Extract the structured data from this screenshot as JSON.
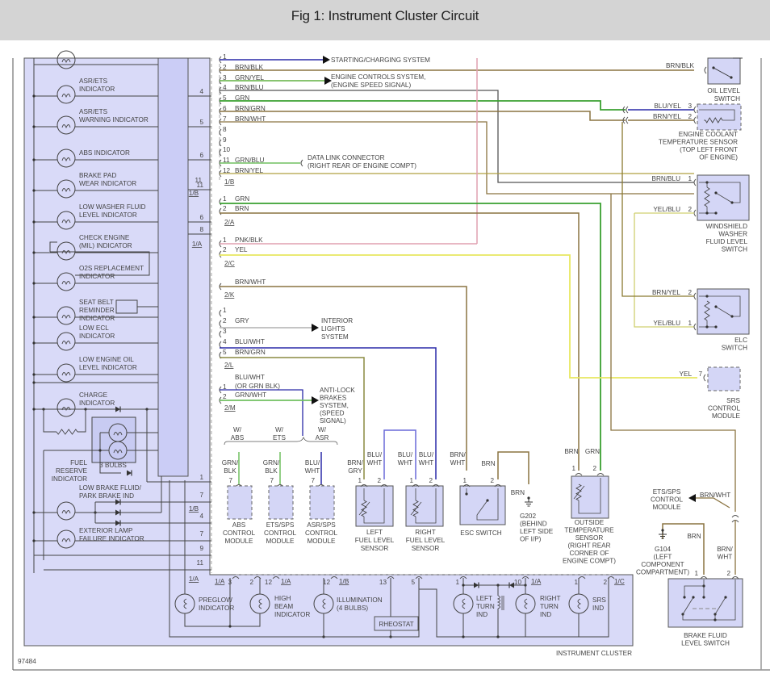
{
  "header": {
    "title": "Fig 1: Instrument Cluster Circuit"
  },
  "figure_id": "97484",
  "cluster_label": "INSTRUMENT CLUSTER",
  "colors": {
    "header_bg": "#d4d4d4",
    "cluster_fill": "#d9daf8",
    "cluster_inner": "#cbcdf6",
    "component_fill": "#d4d6f6",
    "line_dark": "#4a4a5a",
    "wire_brn": "#8a7340",
    "wire_grn": "#3aa030",
    "wire_blu": "#2a2aa8",
    "wire_yel": "#e8e860",
    "wire_pnk": "#e0a0b0",
    "wire_gry": "#a0a0a0",
    "wire_grn_lt": "#70c060"
  },
  "indicators": [
    {
      "label": [
        "ASR/ETS",
        "INDICATOR"
      ],
      "pin": "4"
    },
    {
      "label": [
        "ASR/ETS",
        "WARNING INDICATOR"
      ],
      "pin": "5"
    },
    {
      "label": [
        "ABS INDICATOR"
      ],
      "pin": "6"
    },
    {
      "label": [
        "BRAKE PAD",
        "WEAR INDICATOR"
      ],
      "pin": "11",
      "connector": "1/B"
    },
    {
      "label": [
        "LOW WASHER FLUID",
        "LEVEL INDICATOR"
      ],
      "pin": "6"
    },
    {
      "label": [
        "CHECK ENGINE",
        "(MIL) INDICATOR"
      ],
      "pin": "8",
      "connector": "1/A"
    },
    {
      "label": [
        "O2S REPLACEMENT",
        "INDICATOR"
      ]
    },
    {
      "label": [
        "SEAT BELT",
        "REMINDER",
        "INDICATOR"
      ]
    },
    {
      "label": [
        "LOW ECL",
        "INDICATOR"
      ]
    },
    {
      "label": [
        "LOW ENGINE OIL",
        "LEVEL INDICATOR"
      ]
    },
    {
      "label": [
        "CHARGE",
        "INDICATOR"
      ]
    },
    {
      "label": [
        "FUEL",
        "RESERVE",
        "INDICATOR"
      ]
    },
    {
      "label": [
        "LOW BRAKE FLUID/",
        "PARK BRAKE IND"
      ]
    },
    {
      "label": [
        "EXTERIOR LAMP",
        "FAILURE INDICATOR"
      ]
    }
  ],
  "three_bulbs_label": "3 BULBS",
  "left_bottom_pins": [
    {
      "pin": "1"
    },
    {
      "pin": "7",
      "connector": "1/B"
    },
    {
      "pin": "4"
    },
    {
      "pin": "7"
    },
    {
      "pin": "9"
    },
    {
      "pin": "11",
      "connector": "1/A"
    }
  ],
  "connector_1B": {
    "name": "1/B",
    "pins": [
      {
        "pin": "1",
        "wire": "",
        "note": "STARTING/CHARGING SYSTEM"
      },
      {
        "pin": "2",
        "wire": "BRN/BLK"
      },
      {
        "pin": "3",
        "wire": "GRN/YEL",
        "note": [
          "ENGINE CONTROLS SYSTEM,",
          "(ENGINE SPEED SIGNAL)"
        ]
      },
      {
        "pin": "4",
        "wire": "BRN/BLU"
      },
      {
        "pin": "5",
        "wire": "GRN"
      },
      {
        "pin": "6",
        "wire": "BRN/GRN"
      },
      {
        "pin": "7",
        "wire": "BRN/WHT"
      },
      {
        "pin": "8",
        "wire": ""
      },
      {
        "pin": "9",
        "wire": ""
      },
      {
        "pin": "10",
        "wire": ""
      },
      {
        "pin": "11",
        "wire": "GRN/BLU",
        "note": [
          "DATA LINK CONNECTOR",
          "(RIGHT REAR OF ENGINE COMPT)"
        ]
      },
      {
        "pin": "12",
        "wire": "BRN/YEL"
      }
    ]
  },
  "connector_2A": {
    "name": "2/A",
    "pins": [
      {
        "pin": "1",
        "wire": "GRN"
      },
      {
        "pin": "2",
        "wire": "BRN"
      }
    ]
  },
  "connector_2C": {
    "name": "2/C",
    "pins": [
      {
        "pin": "1",
        "wire": "PNK/BLK"
      },
      {
        "pin": "2",
        "wire": "YEL"
      }
    ]
  },
  "connector_2K": {
    "name": "2/K",
    "pins": [
      {
        "pin": "",
        "wire": "BRN/WHT"
      }
    ]
  },
  "connector_2L": {
    "name": "2/L",
    "pins": [
      {
        "pin": "1",
        "wire": ""
      },
      {
        "pin": "2",
        "wire": "GRY"
      },
      {
        "pin": "3",
        "wire": ""
      },
      {
        "pin": "4",
        "wire": "BLU/WHT"
      },
      {
        "pin": "5",
        "wire": "BRN/GRN"
      }
    ],
    "note": [
      "INTERIOR",
      "LIGHTS",
      "SYSTEM"
    ]
  },
  "connector_2M": {
    "name": "2/M",
    "pins": [
      {
        "pin": "1",
        "wire": "BLU/WHT",
        "wire2": "(OR GRN BLK)"
      },
      {
        "pin": "2",
        "wire": "GRN/WHT"
      }
    ],
    "note": [
      "ANTI-LOCK",
      "BRAKES",
      "SYSTEM,",
      "(SPEED",
      "SIGNAL)"
    ]
  },
  "variants": [
    {
      "label": [
        "W/",
        "ABS"
      ]
    },
    {
      "label": [
        "W/",
        "ETS"
      ]
    },
    {
      "label": [
        "W/",
        "ASR"
      ]
    }
  ],
  "modules_bottom": [
    {
      "wire": [
        "GRN/",
        "BLK"
      ],
      "pin": "7",
      "label": [
        "ABS",
        "CONTROL",
        "MODULE"
      ]
    },
    {
      "wire": [
        "GRN/",
        "BLK"
      ],
      "pin": "7",
      "label": [
        "ETS/SPS",
        "CONTROL",
        "MODULE"
      ]
    },
    {
      "wire": [
        "BLU/",
        "WHT"
      ],
      "pin": "7",
      "label": [
        "ASR/SPS",
        "CONTROL",
        "MODULE"
      ]
    }
  ],
  "left_fuel_sensor": {
    "wires": [
      [
        "BRN/",
        "GRY"
      ],
      [
        "BLU/",
        "WHT"
      ]
    ],
    "pins": [
      "1",
      "2"
    ],
    "label": [
      "LEFT",
      "FUEL LEVEL",
      "SENSOR"
    ]
  },
  "right_fuel_sensor": {
    "wires": [
      [
        "BLU/",
        "WHT"
      ],
      [
        "BLU/",
        "WHT"
      ]
    ],
    "pins": [
      "1",
      "2"
    ],
    "label": [
      "RIGHT",
      "FUEL LEVEL",
      "SENSOR"
    ]
  },
  "esc_switch": {
    "wires": [
      [
        "BRN/",
        "WHT"
      ],
      [
        "BRN"
      ]
    ],
    "pins": [
      "1",
      "2"
    ],
    "label": [
      "ESC SWITCH"
    ]
  },
  "g202": {
    "wire": "BRN",
    "label": [
      "G202",
      "(BEHIND",
      "LEFT SIDE",
      "OF I/P)"
    ]
  },
  "outside_temp": {
    "wires": [
      "BRN",
      "GRN"
    ],
    "pins": [
      "1",
      "2"
    ],
    "label": [
      "OUTSIDE",
      "TEMPERATURE",
      "SENSOR",
      "(RIGHT REAR",
      "CORNER OF",
      "ENGINE COMPT)"
    ]
  },
  "right_components": {
    "oil_level": {
      "wire": "BRN/BLK",
      "label": [
        "OIL LEVEL",
        "SWITCH"
      ]
    },
    "coolant": {
      "wires": [
        {
          "wire": "BLU/YEL",
          "pin": "3"
        },
        {
          "wire": "BRN/YEL",
          "pin": "2"
        }
      ],
      "label": [
        "ENGINE COOLANT",
        "TEMPERATURE SENSOR",
        "(TOP LEFT FRONT",
        "OF ENGINE)"
      ]
    },
    "washer": {
      "wires": [
        {
          "wire": "BRN/BLU",
          "pin": "1"
        },
        {
          "wire": "YEL/BLU",
          "pin": "2"
        }
      ],
      "label": [
        "WINDSHIELD",
        "WASHER",
        "FLUID LEVEL",
        "SWITCH"
      ]
    },
    "elc": {
      "wires": [
        {
          "wire": "BRN/YEL",
          "pin": "2"
        },
        {
          "wire": "YEL/BLU",
          "pin": "1"
        }
      ],
      "label": [
        "ELC",
        "SWITCH"
      ]
    },
    "srs_module": {
      "wire": "YEL",
      "pin": "7",
      "label": [
        "SRS",
        "CONTROL",
        "MODULE"
      ]
    },
    "ets_sps": {
      "wire": "BRN/WHT",
      "label": [
        "ETS/SPS",
        "CONTROL",
        "MODULE"
      ]
    },
    "g104": {
      "wire": "BRN",
      "label": [
        "G104",
        "(LEFT",
        "COMPONENT",
        "COMPARTMENT)"
      ]
    },
    "brake_fluid": {
      "wires": [
        {
          "wire": "BRN",
          "pin": "1"
        },
        {
          "wire": [
            "BRN/",
            "WHT"
          ],
          "pin": "2"
        }
      ],
      "label": [
        "BRAKE FLUID",
        "LEVEL SWITCH"
      ]
    }
  },
  "bottom_indicators": [
    {
      "label": [
        "PREGLOW",
        "INDICATOR"
      ]
    },
    {
      "label": [
        "HIGH",
        "BEAM",
        "INDICATOR"
      ]
    },
    {
      "label": [
        "ILLUMINATION",
        "(4 BULBS)"
      ]
    },
    {
      "label": [
        "LEFT",
        "TURN",
        "IND"
      ]
    },
    {
      "label": [
        "RIGHT",
        "TURN",
        "IND"
      ]
    },
    {
      "label": [
        "SRS",
        "IND"
      ]
    }
  ],
  "rheostat_label": "RHEOSTAT",
  "bottom_pins": [
    {
      "pin": "3"
    },
    {
      "pin": "2"
    },
    {
      "pin": "12",
      "connector": "1/A"
    },
    {
      "pin": "12",
      "connector": "1/B"
    },
    {
      "pin": "13"
    },
    {
      "pin": "5"
    },
    {
      "pin": "1"
    },
    {
      "pin": "10",
      "connector": "1/A"
    },
    {
      "pin": "1"
    },
    {
      "pin": "2",
      "connector": "1/C"
    }
  ],
  "left_bottom_connector": "1/A"
}
